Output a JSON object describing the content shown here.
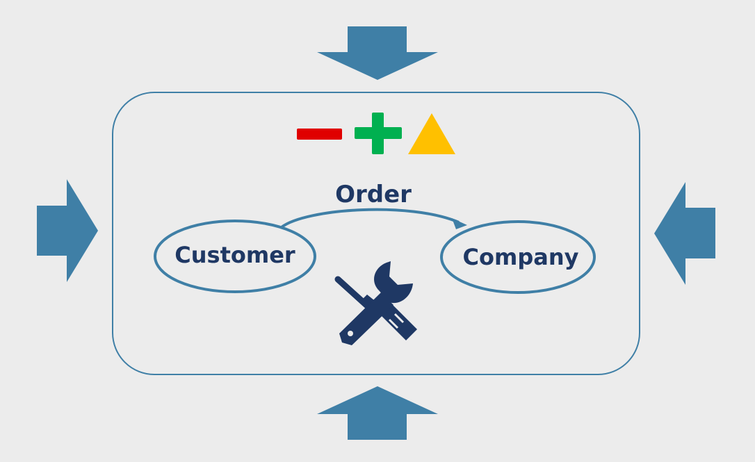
{
  "diagram": {
    "relation_label": "Order",
    "left_entity": "Customer",
    "right_entity": "Company",
    "operation_icons": [
      "minus-icon",
      "plus-icon",
      "triangle-icon"
    ],
    "tool_icon": "wrench-screwdriver-icon",
    "inbound_arrows": [
      "top",
      "left",
      "right",
      "bottom"
    ]
  },
  "colors": {
    "background": "#ececec",
    "arrow": "#3f7fa6",
    "outline": "#3f7fa6",
    "text": "#1f3864",
    "minus": "#e00000",
    "plus": "#00b050",
    "triangle": "#ffc000",
    "tool": "#1f3864"
  }
}
